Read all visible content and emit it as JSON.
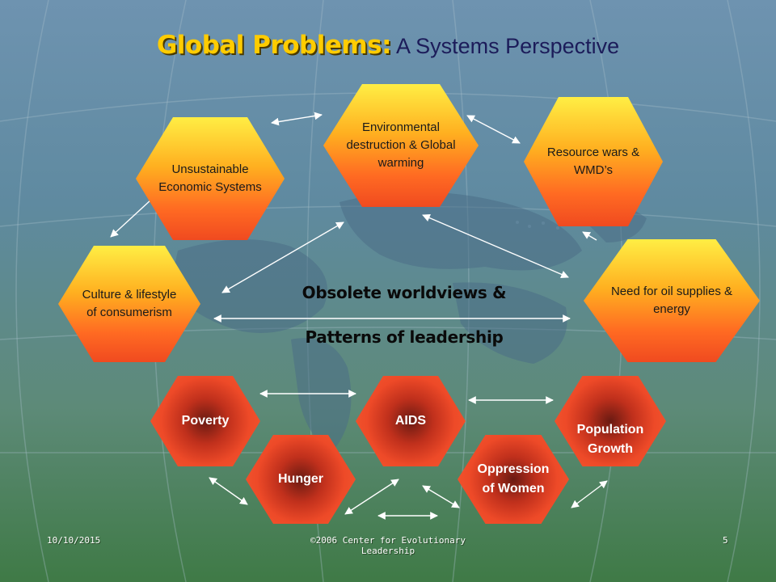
{
  "slide": {
    "title_bold": "Global Problems:",
    "title_rest": " A Systems Perspective",
    "center_line1": "Obsolete worldviews &",
    "center_line2": "Patterns of leadership",
    "footer_date": "10/10/2015",
    "footer_copyright": "©2006 Center for Evolutionary Leadership",
    "footer_page": "5"
  },
  "nodes": {
    "environmental": "Environmental destruction & Global warming",
    "resource_wars": "Resource wars & WMD’s",
    "unsustainable": "Unsustainable Economic Systems",
    "culture": "Culture & lifestyle of consumerism",
    "oil": "Need for oil supplies & energy",
    "poverty": "Poverty",
    "aids": "AIDS",
    "population": "Population Growth",
    "hunger": "Hunger",
    "oppression": "Oppression of Women"
  },
  "colors": {
    "title_accent": "#ffcc00",
    "hex_top": "#ffee44",
    "hex_bottom": "#f04a20",
    "hex_dark_core": "#6a1a12"
  }
}
